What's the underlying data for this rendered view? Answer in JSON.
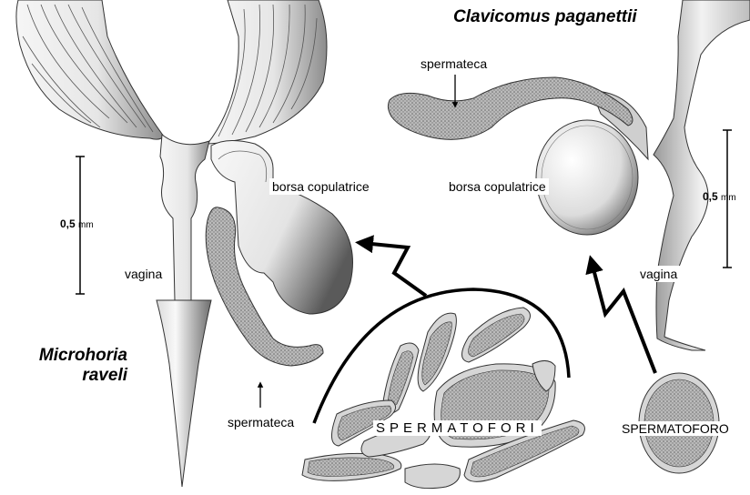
{
  "species": {
    "left": {
      "line1": "Microhoria",
      "line2": "raveli"
    },
    "right": "Clavicomus paganettii"
  },
  "labels": {
    "borsa_left": "borsa copulatrice",
    "borsa_right": "borsa copulatrice",
    "vagina_left": "vagina",
    "vagina_right": "vagina",
    "spermateca_left": "spermateca",
    "spermateca_right": "spermateca",
    "spermatofori": "SPERMATOFORI",
    "spermatoforo": "SPERMATOFORO"
  },
  "scale_bars": [
    {
      "value": "0,5",
      "unit": "mm"
    },
    {
      "value": "0,5",
      "unit": "mm"
    }
  ],
  "colors": {
    "stroke": "#000000",
    "body_light": "#f4f4f4",
    "body_dark": "#8a8a8a",
    "stipple": "#9a9a9a",
    "capsule": "#d8d8d8"
  }
}
